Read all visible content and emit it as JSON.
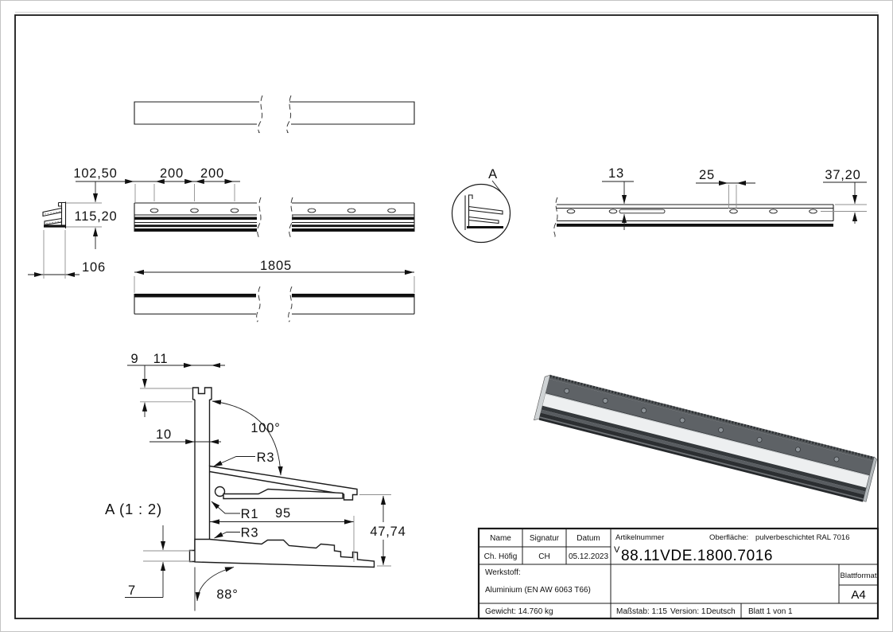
{
  "views": {
    "front_view": {
      "dim_102_50": "102,50",
      "dim_200a": "200",
      "dim_200b": "200",
      "dim_115_20": "115,20",
      "dim_106": "106"
    },
    "bottom_view": {
      "dim_1805": "1805"
    },
    "rear_view": {
      "dim_13": "13",
      "dim_25": "25",
      "dim_37_20": "37,20"
    },
    "detail_callout": {
      "label": "A"
    },
    "detail_view": {
      "title": "A (1 : 2)",
      "dim_9": "9",
      "dim_11": "11",
      "dim_10": "10",
      "angle_100": "100°",
      "r3_upper": "R3",
      "r1": "R1",
      "dim_95": "95",
      "r3_lower": "R3",
      "dim_47_74": "47,74",
      "dim_7": "7",
      "angle_88": "88°"
    }
  },
  "title_block": {
    "col_name": "Name",
    "col_signatur": "Signatur",
    "col_datum": "Datum",
    "name": "Ch. Höfig",
    "signatur": "CH",
    "datum": "05.12.2023",
    "artikelnummer_label": "Artikelnummer",
    "artikelnummer_prefix": "V",
    "artikelnummer": "88.11VDE.1800.7016",
    "oberflaeche_label": "Oberfläche:",
    "oberflaeche": "pulverbeschichtet RAL 7016",
    "werkstoff_label": "Werkstoff:",
    "werkstoff": "Aluminium (EN AW 6063 T66)",
    "blattformat_label": "Blattformat",
    "blattformat": "A4",
    "gewicht": "Gewicht: 14.760 kg",
    "massstab": "Maßstab: 1:15",
    "version": "Version: 1",
    "sprache": "Deutsch",
    "blatt": "Blatt 1 von 1"
  },
  "colors": {
    "line": "#1c1c1c",
    "extension_gray": "#8f8f8f",
    "render_serration": "#2e3134",
    "render_flange": "#5e6266",
    "render_face": "#edeff0",
    "render_rail_dark": "#2b2e31",
    "render_rail_mid": "#585c60",
    "render_endcap": "#cfd3d5"
  }
}
